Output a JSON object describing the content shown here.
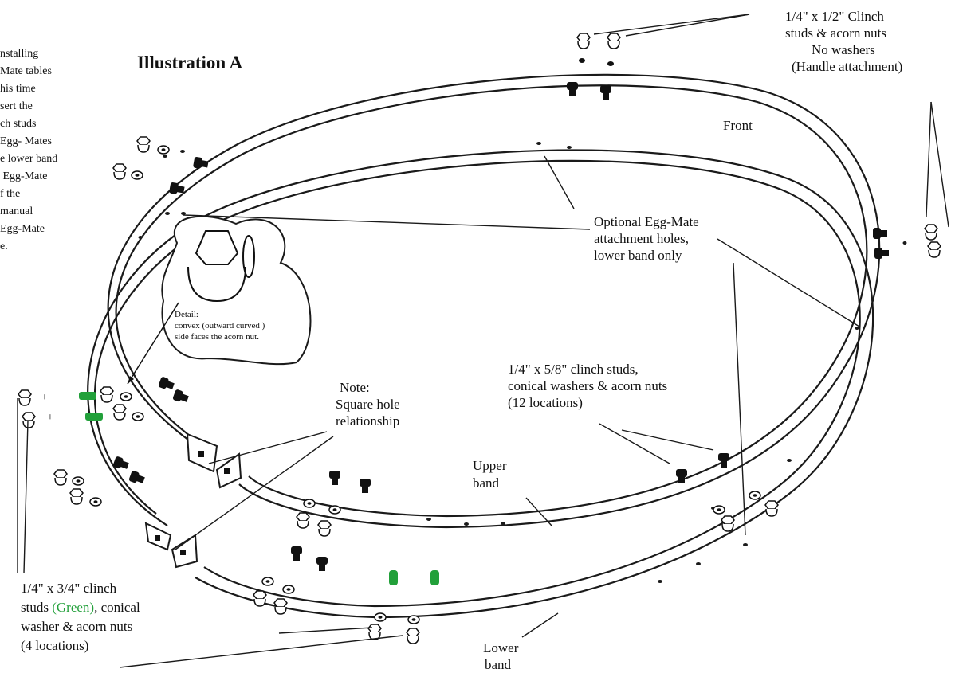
{
  "title": "Illustration A",
  "side_note_lines": [
    "nstalling",
    "Mate tables",
    "his time",
    "sert the",
    "ch studs",
    "Egg- Mates",
    "e lower band",
    " Egg-Mate",
    "f the",
    "manual",
    "Egg-Mate",
    "e."
  ],
  "labels": {
    "handle_studs": [
      "1/4\" x 1/2\" Clinch",
      "studs & acorn nuts",
      "No washers",
      "(Handle attachment)"
    ],
    "front": "Front",
    "optional_holes": [
      "Optional Egg-Mate",
      "attachment holes,",
      "lower band only"
    ],
    "detail": [
      "Detail:",
      "convex (outward curved )",
      "side faces the acorn nut."
    ],
    "square_note": [
      "Note:",
      "Square hole",
      "relationship"
    ],
    "clinch_58": [
      "1/4\" x 5/8\" clinch studs,",
      "conical washers & acorn nuts",
      "(12 locations)"
    ],
    "upper_band": [
      "Upper",
      "band"
    ],
    "lower_band": [
      "Lower",
      "band"
    ],
    "clinch_34_line1": "1/4\" x 3/4\" clinch",
    "clinch_34_line2_a": "studs ",
    "clinch_34_line2_green": "(Green)",
    "clinch_34_line2_b": ", conical",
    "clinch_34_line3": "washer & acorn nuts",
    "clinch_34_line4": "(4 locations)"
  },
  "colors": {
    "line": "#1a1a1a",
    "green_stud": "#22a03a",
    "paper": "#ffffff"
  }
}
